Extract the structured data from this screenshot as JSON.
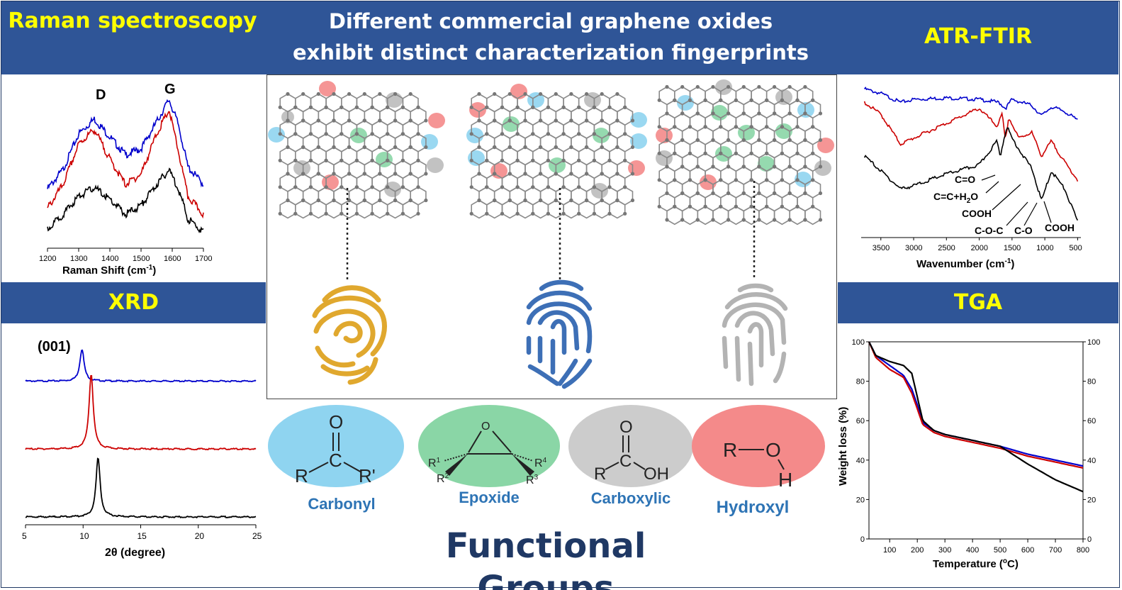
{
  "header": {
    "title_line1": "Different commercial graphene oxides",
    "title_line2": "exhibit distinct characterization fingerprints",
    "raman_line1": "Raman",
    "raman_line2": "spectroscopy",
    "ftir": "ATR-FTIR",
    "xrd": "XRD",
    "tga": "TGA"
  },
  "colors": {
    "band": "#2f5597",
    "band_text": "#ffff00",
    "carbonyl": "#8fd4f0",
    "epoxide": "#8ad6a6",
    "carboxylic": "#cccccc",
    "hydroxyl": "#f48a8a",
    "fg_label": "#2e74b5",
    "fingerprint_1": "#e0a82e",
    "fingerprint_2": "#3d6fb6",
    "fingerprint_3": "#b3b3b3"
  },
  "raman": {
    "peak_D": "D",
    "peak_G": "G",
    "ticks": [
      "1200",
      "1300",
      "1400",
      "1500",
      "1600",
      "1700"
    ],
    "xlabel_main": "Raman Shift (cm",
    "xlabel_sup": "-1",
    "xlabel_end": ")"
  },
  "ftir": {
    "ticks": [
      "3500",
      "3000",
      "2500",
      "2000",
      "1500",
      "1000",
      "500"
    ],
    "xlabel_main": "Wavenumber (cm",
    "xlabel_sup": "-1",
    "xlabel_end": ")",
    "annot_co": "C=O",
    "annot_cc": "C=C+H",
    "annot_cc_sub": "2",
    "annot_cc_end": "O",
    "annot_cooh1": "COOH",
    "annot_coc": "C-O-C",
    "annot_c_o": "C-O",
    "annot_cooh2": "COOH"
  },
  "xrd": {
    "peak_label": "(001)",
    "ticks": [
      "5",
      "10",
      "15",
      "20",
      "25"
    ],
    "xlabel": "2θ (degree)"
  },
  "tga": {
    "y_ticks": [
      "0",
      "20",
      "40",
      "60",
      "80",
      "100"
    ],
    "x_ticks": [
      "100",
      "200",
      "300",
      "400",
      "500",
      "600",
      "700",
      "800"
    ],
    "ylabel": "Weight loss (%)",
    "xlabel_main": "Temperature (",
    "xlabel_sup": "o",
    "xlabel_end": "C)"
  },
  "functional_groups": {
    "title": "Functional Groups",
    "carbonyl": {
      "name": "Carbonyl",
      "O": "O",
      "C": "C",
      "R": "R",
      "R2": "R'"
    },
    "epoxide": {
      "name": "Epoxide",
      "O": "O",
      "R1": "R",
      "R1s": "1",
      "R2": "R",
      "R2s": "2",
      "R3": "R",
      "R3s": "3",
      "R4": "R",
      "R4s": "4"
    },
    "carboxylic": {
      "name": "Carboxylic",
      "O": "O",
      "C": "C",
      "R": "R",
      "OH": "OH"
    },
    "hydroxyl": {
      "name": "Hydroxyl",
      "R": "R",
      "O": "O",
      "H": "H"
    }
  },
  "chart_data": [
    {
      "type": "line",
      "title": "",
      "xlabel": "Raman Shift (cm-1)",
      "xlim": [
        1200,
        1700
      ],
      "series": [
        {
          "color": "#0000cc",
          "x": [
            1200,
            1250,
            1300,
            1350,
            1400,
            1450,
            1500,
            1550,
            1590,
            1620,
            1650,
            1700
          ],
          "y": [
            0.35,
            0.48,
            0.72,
            0.82,
            0.7,
            0.58,
            0.62,
            0.8,
            0.95,
            0.78,
            0.5,
            0.38
          ]
        },
        {
          "color": "#cc0000",
          "x": [
            1200,
            1250,
            1300,
            1350,
            1400,
            1450,
            1500,
            1550,
            1590,
            1620,
            1650,
            1700
          ],
          "y": [
            0.22,
            0.38,
            0.65,
            0.75,
            0.55,
            0.38,
            0.45,
            0.72,
            0.88,
            0.6,
            0.3,
            0.18
          ]
        },
        {
          "color": "#000000",
          "x": [
            1200,
            1250,
            1300,
            1350,
            1400,
            1450,
            1500,
            1550,
            1590,
            1620,
            1650,
            1700
          ],
          "y": [
            0.08,
            0.18,
            0.3,
            0.36,
            0.28,
            0.18,
            0.24,
            0.38,
            0.48,
            0.35,
            0.15,
            0.06
          ]
        }
      ]
    },
    {
      "type": "line",
      "xlabel": "Wavenumber (cm-1)",
      "xlim": [
        3800,
        450
      ],
      "series": [
        {
          "color": "#0000cc",
          "x": [
            3750,
            3500,
            3200,
            3000,
            2500,
            2000,
            1700,
            1600,
            1500,
            1200,
            1050,
            900,
            700,
            500
          ],
          "y": [
            0.95,
            0.92,
            0.86,
            0.88,
            0.89,
            0.88,
            0.86,
            0.82,
            0.88,
            0.84,
            0.77,
            0.83,
            0.8,
            0.74
          ]
        },
        {
          "color": "#cc0000",
          "x": [
            3750,
            3500,
            3200,
            3000,
            2500,
            2000,
            1730,
            1650,
            1600,
            1550,
            1400,
            1200,
            1050,
            900,
            700,
            500
          ],
          "y": [
            0.86,
            0.78,
            0.58,
            0.62,
            0.72,
            0.82,
            0.7,
            0.78,
            0.6,
            0.76,
            0.62,
            0.66,
            0.5,
            0.6,
            0.46,
            0.34
          ]
        },
        {
          "color": "#000000",
          "x": [
            3750,
            3600,
            3200,
            3000,
            2500,
            2000,
            1730,
            1680,
            1580,
            1500,
            1300,
            1200,
            1050,
            900,
            700,
            500
          ],
          "y": [
            0.5,
            0.44,
            0.28,
            0.3,
            0.38,
            0.44,
            0.6,
            0.5,
            0.7,
            0.62,
            0.48,
            0.42,
            0.2,
            0.4,
            0.28,
            0.06
          ]
        }
      ]
    },
    {
      "type": "line",
      "xlabel": "2θ (degree)",
      "xlim": [
        5,
        25
      ],
      "series": [
        {
          "color": "#0000cc",
          "peak_x": 9.9,
          "baseline": 0.78,
          "peak": 0.96
        },
        {
          "color": "#cc0000",
          "peak_x": 10.7,
          "baseline": 0.4,
          "peak": 0.82
        },
        {
          "color": "#000000",
          "peak_x": 11.3,
          "baseline": 0.02,
          "peak": 0.35
        }
      ]
    },
    {
      "type": "line",
      "xlabel": "Temperature (oC)",
      "ylabel": "Weight loss (%)",
      "xlim": [
        25,
        800
      ],
      "ylim": [
        0,
        100
      ],
      "series": [
        {
          "color": "#0000cc",
          "x": [
            25,
            50,
            100,
            150,
            180,
            200,
            220,
            260,
            300,
            400,
            500,
            600,
            700,
            800
          ],
          "y": [
            100,
            93,
            88,
            83,
            76,
            68,
            59,
            55,
            53,
            50,
            47,
            43,
            40,
            37
          ]
        },
        {
          "color": "#cc0000",
          "x": [
            25,
            50,
            100,
            150,
            180,
            200,
            220,
            260,
            300,
            400,
            500,
            600,
            700,
            800
          ],
          "y": [
            100,
            92,
            86,
            82,
            74,
            66,
            58,
            54,
            52,
            49,
            46,
            42,
            39,
            36
          ]
        },
        {
          "color": "#000000",
          "x": [
            25,
            50,
            100,
            150,
            180,
            200,
            220,
            260,
            300,
            400,
            500,
            600,
            700,
            800
          ],
          "y": [
            100,
            93,
            90,
            88,
            84,
            72,
            60,
            55,
            53,
            50,
            47,
            38,
            30,
            24
          ]
        }
      ]
    }
  ]
}
